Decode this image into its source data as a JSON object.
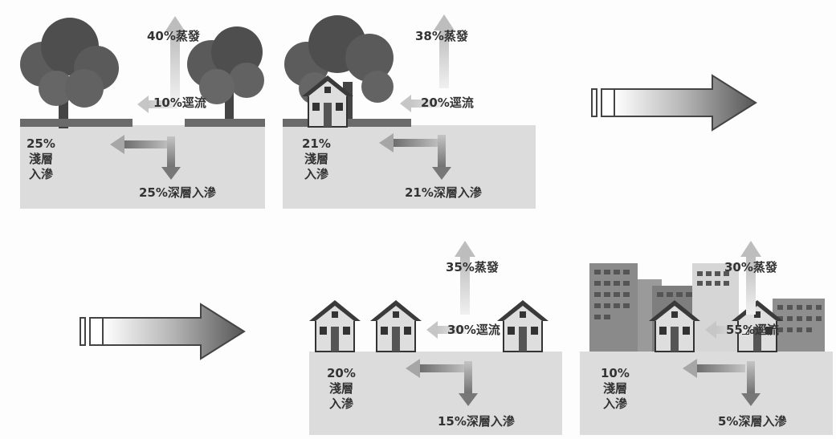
{
  "scenarios": [
    {
      "id": "natural",
      "evaporation": "40%蒸發",
      "runoff": "10%逕流",
      "shallow": [
        "25%",
        "淺層",
        "入滲"
      ],
      "deep": "25%深層入滲"
    },
    {
      "id": "rural",
      "evaporation": "38%蒸發",
      "runoff": "20%逕流",
      "shallow": [
        "21%",
        "淺層",
        "入滲"
      ],
      "deep": "21%深層入滲"
    },
    {
      "id": "suburban",
      "evaporation": "35%蒸發",
      "runoff": "30%逕流",
      "shallow": [
        "20%",
        "淺層",
        "入滲"
      ],
      "deep": "15%深層入滲"
    },
    {
      "id": "urban",
      "evaporation": "30%蒸發",
      "runoff": "55%逕流",
      "shallow": [
        "10%",
        "淺層",
        "入滲"
      ],
      "deep": "5%深層入滲"
    }
  ],
  "colors": {
    "ground": "#dcdcdc",
    "arrow_dark": "#7a7a7a",
    "arrow_light": "#d0d0d0",
    "tree": "#555555",
    "house_roof": "#3a3a3a",
    "wall": "#dedede"
  },
  "icons": [
    "tree-icon",
    "house-icon",
    "building-icon",
    "transition-arrow-icon"
  ]
}
